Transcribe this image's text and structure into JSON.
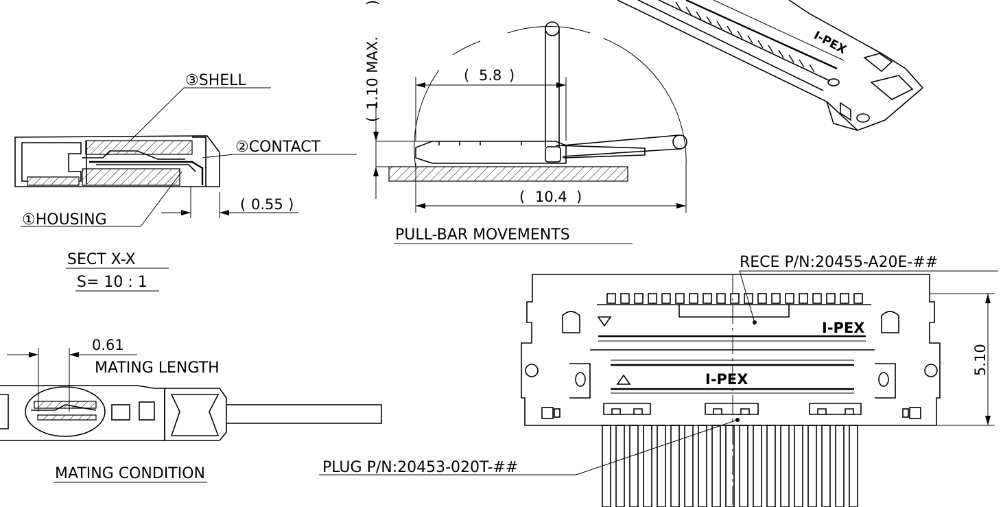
{
  "colors": {
    "ink": "#000000",
    "paper": "#ffffff"
  },
  "labels": {
    "shell": "③SHELL",
    "contact": "②CONTACT",
    "housing": "①HOUSING",
    "sect_title": "SECT X-X",
    "sect_scale": "S= 10 : 1",
    "pullbar_title": "PULL-BAR MOVEMENTS",
    "mating_length": "MATING LENGTH",
    "mating_condition": "MATING CONDITION",
    "rece_pn": "RECE P/N:20455-A20E-##",
    "plug_pn": "PLUG P/N:20453-020T-##",
    "logo_top": "I-PEX",
    "logo_mid": "I-PEX",
    "logo_iso": "I-PEX"
  },
  "dimensions": {
    "d055": "0.55",
    "d110max": "1.10 MAX.",
    "d58": "5.8",
    "d104": "10.4",
    "d061": "0.61",
    "d510": "5.10"
  },
  "icons": [
    "triangle-down-mark",
    "triangle-up-mark",
    "circle-hole"
  ]
}
